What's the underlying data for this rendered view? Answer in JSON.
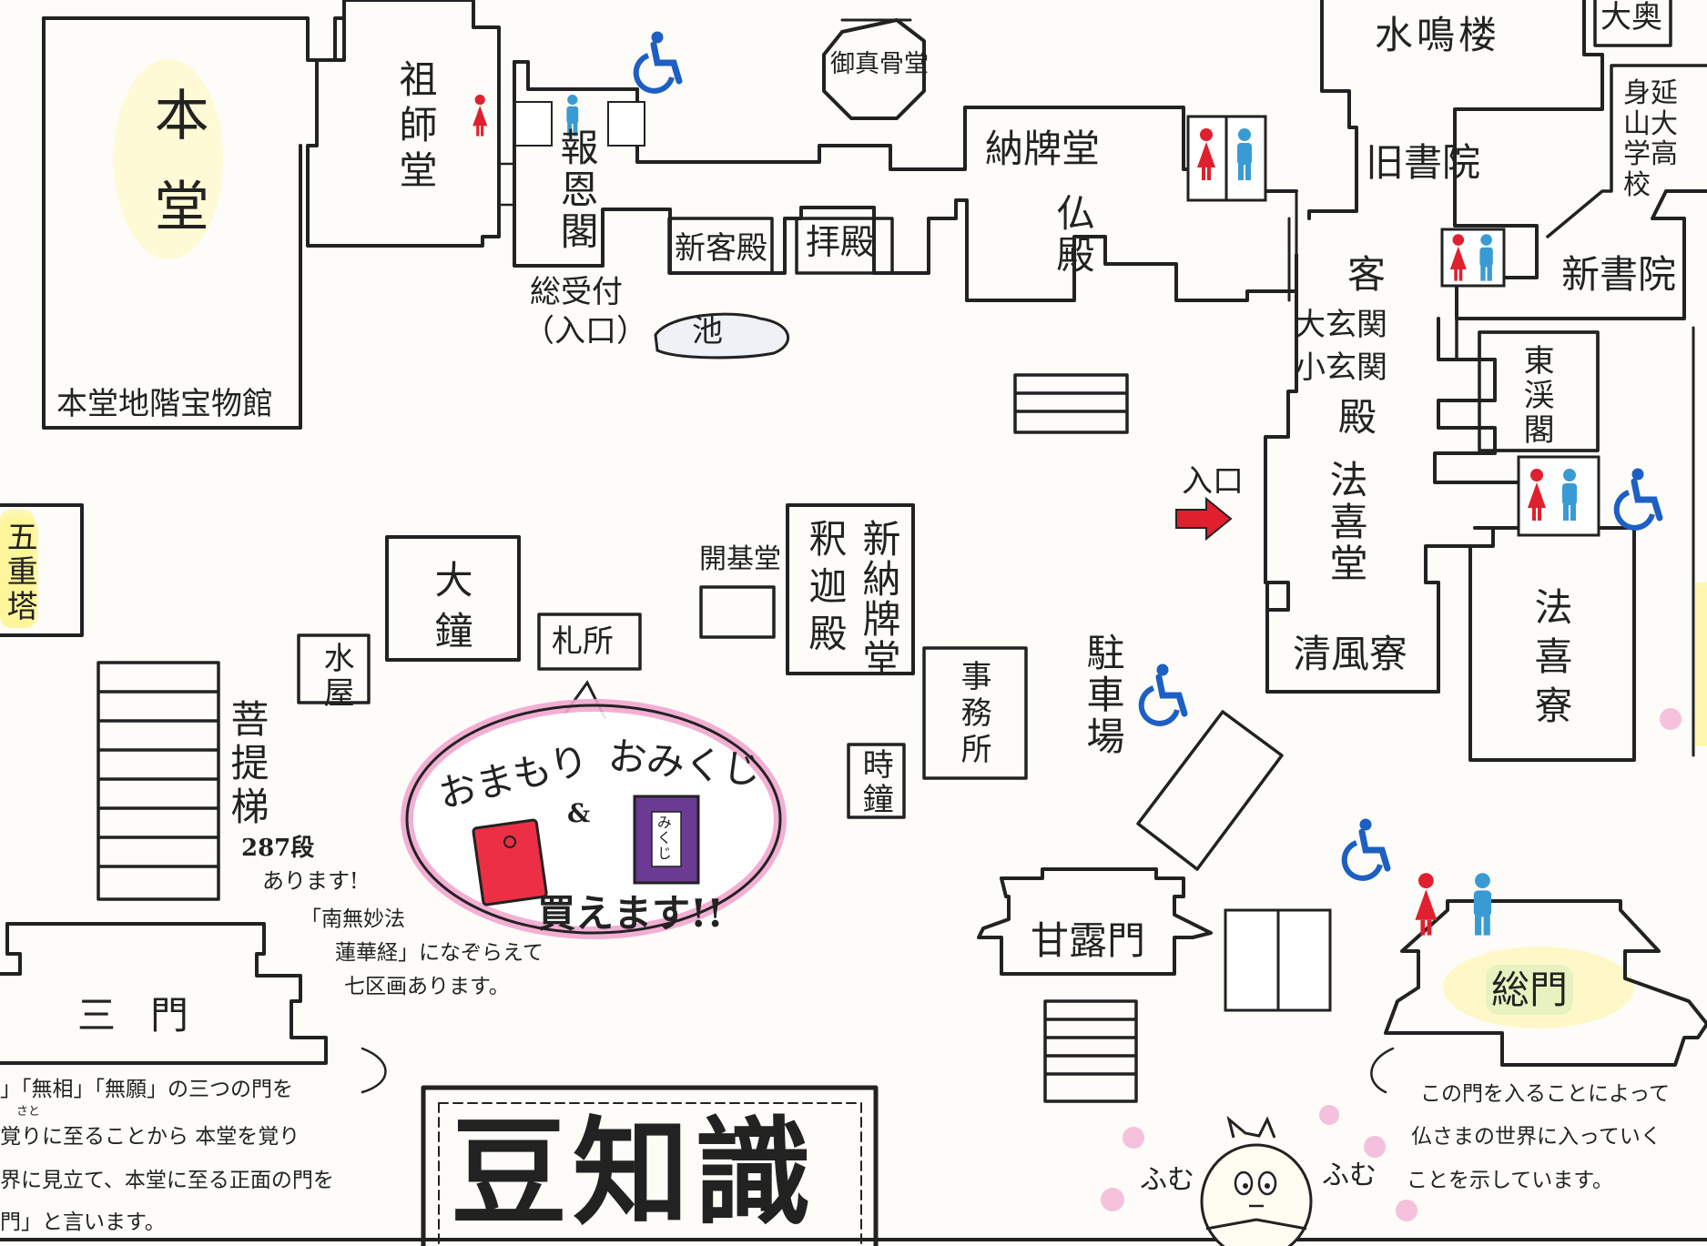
{
  "map": {
    "colors": {
      "outline": "#222222",
      "female": "#e0202e",
      "male": "#3a9bd4",
      "accessible": "#1d5fc2",
      "arrow": "#e0202e",
      "highlight_yellow": "#fff59a",
      "highlight_green": "#e1f0be",
      "bubble_pink": "#f7c9e2",
      "omamori_red": "#ec2f45",
      "omikuji_purple": "#6b3a92"
    },
    "icons": [
      "wheelchair-icon",
      "restroom-icon",
      "entrance-arrow-icon",
      "omamori-icon",
      "omikuji-icon",
      "rabbit-mascot-icon",
      "pond-icon"
    ],
    "buildings": {
      "hondo": "本堂",
      "hondo_treasure": "本堂地階宝物館",
      "soshido": "祖師堂",
      "houonkaku": "報恩閣",
      "gogozen": "御真骨堂",
      "shinkyakuden": "新客殿",
      "haiden": "拝殿",
      "noubaido": "納牌堂",
      "butsuden": "仏殿",
      "suimeiro": "水鳴楼",
      "daioku": "大奥",
      "kyushoin": "旧書院",
      "minobu_school": "身延山大学高校",
      "shinshoin": "新書院",
      "kyakuden": "客",
      "daigenkan": "大玄関",
      "shogenkan": "小玄関",
      "kyakuden_den": "殿",
      "tokeikaku": "東渓閣",
      "hokido": "法喜堂",
      "seifuryo": "清風寮",
      "hokiryo": "法喜寮",
      "gojuto": "五重塔",
      "okane": "大鐘",
      "mizuya": "水屋",
      "fudasho": "札所",
      "kaikido": "開基堂",
      "shakaden": "釈迦殿",
      "shinnoubaido": "新納牌堂",
      "jimusho": "事務所",
      "jisho": "時鐘",
      "parking": "駐車場",
      "kanromon": "甘露門",
      "sanmon": "三門",
      "somon": "総門",
      "pond": "池",
      "bodaitei": "菩提梯"
    },
    "labels": {
      "reception": "総受付",
      "reception_sub": "（入口）",
      "entrance": "入口",
      "steps_count": "287段",
      "steps_note": "あります!",
      "omamori": "おまもり",
      "and": "&",
      "omikuji": "おみくじ",
      "buy": "買えます!!",
      "omikuji_box": "みくじ"
    },
    "notes": {
      "steps_section_1": "「南無妙法",
      "steps_section_2": "蓮華経」になぞらえて",
      "steps_section_3": "七区画あります。",
      "sanmon_1": "」「無相」「無願」の三つの門を",
      "sanmon_2": "覚りに至ることから 本堂を覚り",
      "sanmon_3": "界に見立て、本堂に至る正面の門を",
      "sanmon_4": "門」と言います。",
      "somon_1": "この門を入ることによって",
      "somon_2": "仏さまの世界に入っていく",
      "somon_3": "ことを示しています。"
    },
    "furigana": "さと",
    "mamechishiki": "豆知識",
    "mascot_sound": "ふむ"
  }
}
